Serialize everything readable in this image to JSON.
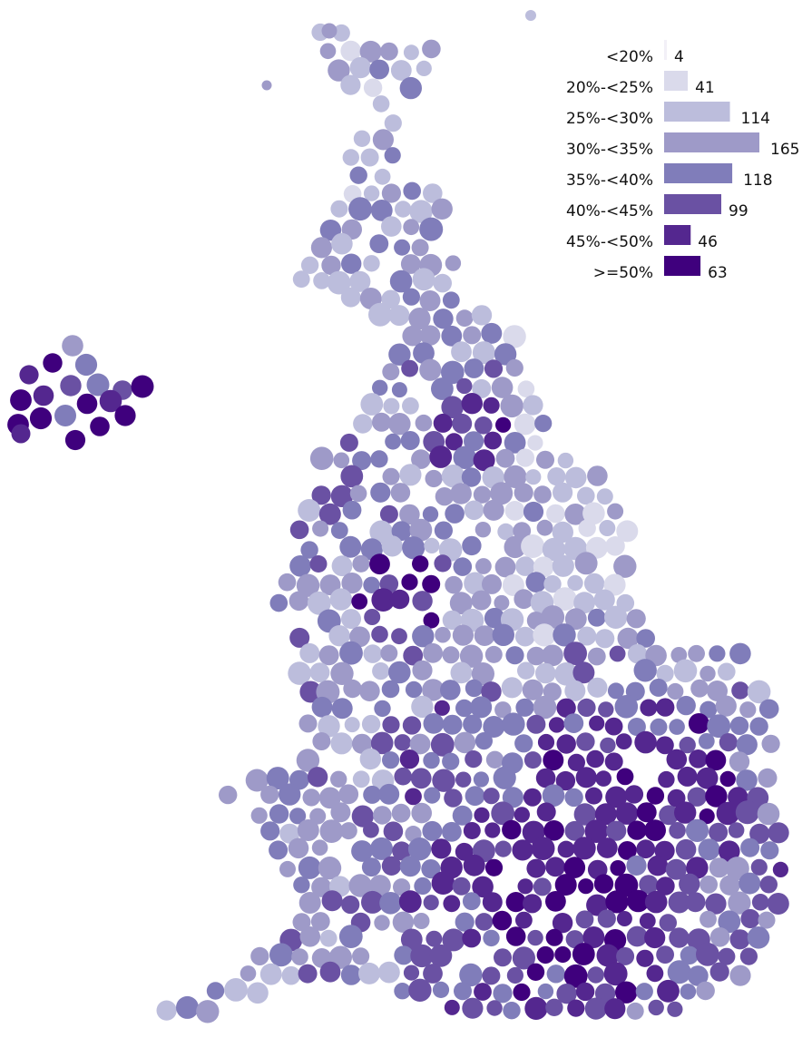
{
  "legend": {
    "items": [
      {
        "label": "<20%",
        "count": "4",
        "value": 4,
        "color": "#f2f0f7"
      },
      {
        "label": "20%-<25%",
        "count": "41",
        "value": 41,
        "color": "#dadaeb"
      },
      {
        "label": "25%-<30%",
        "count": "114",
        "value": 114,
        "color": "#bcbddc"
      },
      {
        "label": "30%-<35%",
        "count": "165",
        "value": 165,
        "color": "#9e9ac8"
      },
      {
        "label": "35%-<40%",
        "count": "118",
        "value": 118,
        "color": "#807dba"
      },
      {
        "label": "40%-<45%",
        "count": "99",
        "value": 99,
        "color": "#6a51a3"
      },
      {
        "label": "45%-<50%",
        "count": "46",
        "value": 46,
        "color": "#54278f"
      },
      {
        "label": ">=50%",
        "count": "63",
        "value": 63,
        "color": "#3f007d"
      }
    ]
  }
}
